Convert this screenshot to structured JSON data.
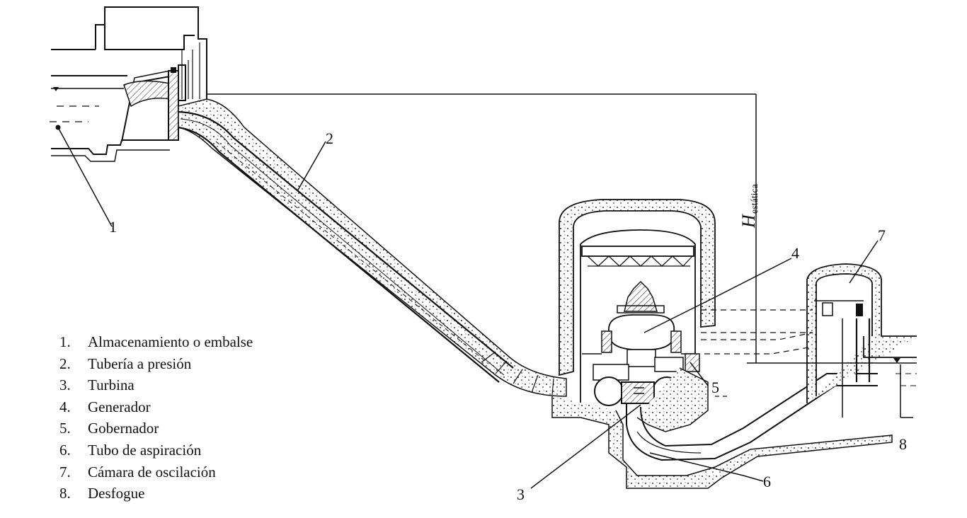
{
  "symbol": {
    "main": "H",
    "sub": "estática"
  },
  "callouts": [
    "1",
    "2",
    "3",
    "4",
    "5",
    "6",
    "7",
    "8"
  ],
  "legend": [
    {
      "num": "1.",
      "text": "Almacenamiento o embalse"
    },
    {
      "num": "2.",
      "text": "Tubería a presión"
    },
    {
      "num": "3.",
      "text": "Turbina"
    },
    {
      "num": "4.",
      "text": "Generador"
    },
    {
      "num": "5.",
      "text": "Gobernador"
    },
    {
      "num": "6.",
      "text": "Tubo de aspiración"
    },
    {
      "num": "7.",
      "text": "Cámara de oscilación"
    },
    {
      "num": "8.",
      "text": "Desfogue"
    }
  ]
}
